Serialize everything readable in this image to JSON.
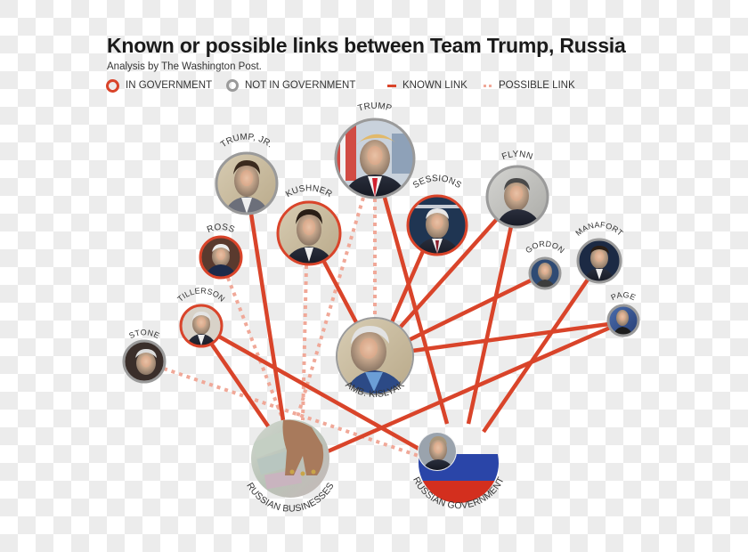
{
  "header": {
    "title": "Known or possible links between Team Trump, Russia",
    "subtitle": "Analysis by The Washington Post."
  },
  "legend": {
    "in_government": "IN GOVERNMENT",
    "not_in_government": "NOT IN GOVERNMENT",
    "known_link": "KNOWN LINK",
    "possible_link": "POSSIBLE LINK"
  },
  "colors": {
    "known_link": "#d9442a",
    "possible_link": "#f0a898",
    "in_government_ring": "#d9442a",
    "not_in_government_ring": "#9a9a9a",
    "flag_white": "#ffffff",
    "flag_blue": "#2a45a8",
    "flag_red": "#d32f1e"
  },
  "nodes": {
    "trump": {
      "label": "TRUMP",
      "status": "in-government"
    },
    "trump_jr": {
      "label": "TRUMP, JR.",
      "status": "not-in-government"
    },
    "kushner": {
      "label": "KUSHNER",
      "status": "in-government"
    },
    "sessions": {
      "label": "SESSIONS",
      "status": "in-government"
    },
    "flynn": {
      "label": "FLYNN",
      "status": "not-in-government"
    },
    "ross": {
      "label": "ROSS",
      "status": "in-government"
    },
    "gordon": {
      "label": "GORDON",
      "status": "not-in-government"
    },
    "manafort": {
      "label": "MANAFORT",
      "status": "not-in-government"
    },
    "page": {
      "label": "PAGE",
      "status": "not-in-government"
    },
    "tillerson": {
      "label": "TILLERSON",
      "status": "in-government"
    },
    "stone": {
      "label": "STONE",
      "status": "not-in-government"
    },
    "kislyak": {
      "label": "AMB. KISLYAK",
      "status": "russia"
    },
    "russian_businesses": {
      "label": "RUSSIAN BUSINESSES",
      "status": "russia"
    },
    "russian_government": {
      "label": "RUSSIAN GOVERNMENT",
      "status": "russia"
    }
  },
  "links": [
    {
      "from": "trump",
      "to": "russian_government",
      "type": "known"
    },
    {
      "from": "trump",
      "to": "kislyak",
      "type": "possible"
    },
    {
      "from": "trump",
      "to": "russian_businesses",
      "type": "possible"
    },
    {
      "from": "trump_jr",
      "to": "russian_businesses",
      "type": "known"
    },
    {
      "from": "kushner",
      "to": "kislyak",
      "type": "known"
    },
    {
      "from": "kushner",
      "to": "russian_businesses",
      "type": "possible"
    },
    {
      "from": "sessions",
      "to": "kislyak",
      "type": "known"
    },
    {
      "from": "flynn",
      "to": "kislyak",
      "type": "known"
    },
    {
      "from": "flynn",
      "to": "russian_government",
      "type": "known"
    },
    {
      "from": "ross",
      "to": "russian_businesses",
      "type": "possible"
    },
    {
      "from": "gordon",
      "to": "kislyak",
      "type": "known"
    },
    {
      "from": "manafort",
      "to": "russian_government",
      "type": "known"
    },
    {
      "from": "page",
      "to": "kislyak",
      "type": "known"
    },
    {
      "from": "page",
      "to": "russian_businesses",
      "type": "known"
    },
    {
      "from": "tillerson",
      "to": "russian_businesses",
      "type": "known"
    },
    {
      "from": "tillerson",
      "to": "russian_government",
      "type": "known"
    },
    {
      "from": "stone",
      "to": "russian_government",
      "type": "possible"
    }
  ]
}
